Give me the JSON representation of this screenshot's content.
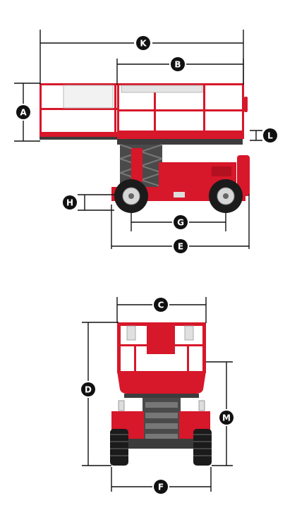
{
  "dimension_labels": {
    "A": "A",
    "B": "B",
    "C": "C",
    "D": "D",
    "E": "E",
    "F": "F",
    "G": "G",
    "H": "H",
    "K": "K",
    "L": "L",
    "M": "M"
  },
  "colors": {
    "machine_red": "#d7172a",
    "machine_dark": "#3c3c3c",
    "tire": "#1b1b1b",
    "dimension_line": "#111111"
  }
}
